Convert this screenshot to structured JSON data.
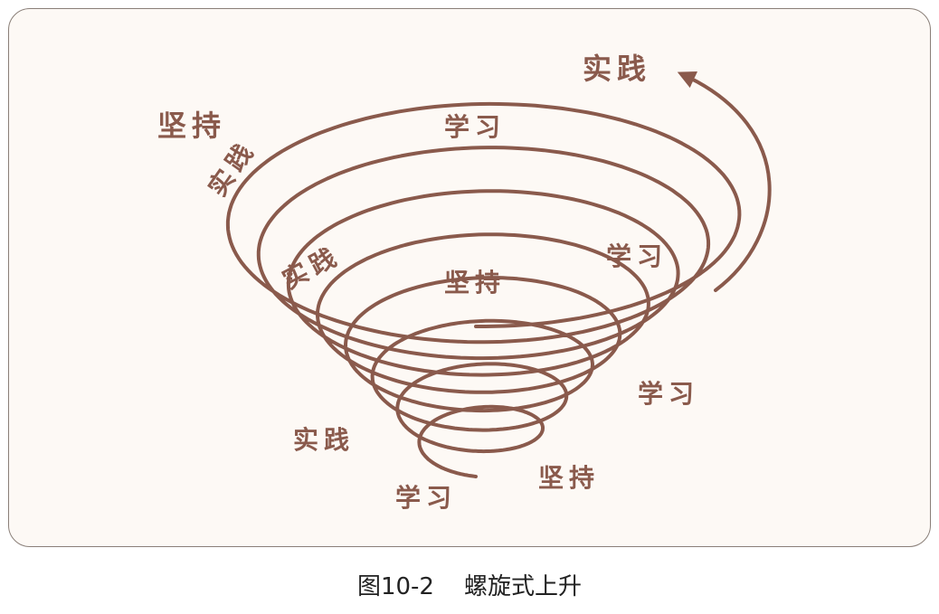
{
  "diagram": {
    "labels": {
      "top_practice": "实践",
      "top_persist": "坚持",
      "top_study": "学习",
      "outer_practice": "实践",
      "right_study": "学习",
      "inner_practice": "实践",
      "inner_persist": "坚持",
      "right_study_lower": "学习",
      "bottom_practice": "实践",
      "bottom_persist": "坚持",
      "bottom_study": "学习"
    },
    "colors": {
      "stroke": "#8a5a4c",
      "panel_background": "#fdf9f5",
      "panel_border": "#8a7f78"
    }
  },
  "caption": {
    "figure_number": "图10-2",
    "title": "螺旋式上升"
  }
}
